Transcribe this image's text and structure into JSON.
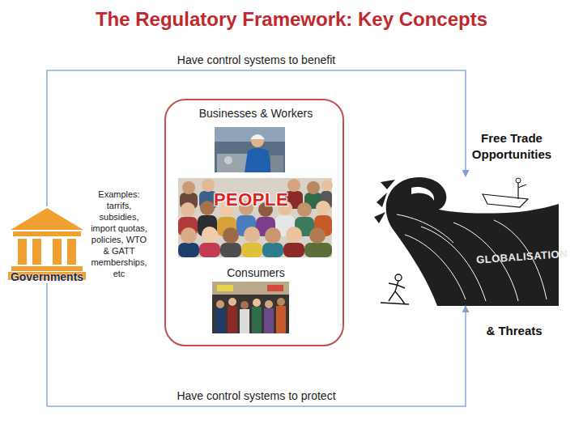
{
  "diagram": {
    "title": "The Regulatory Framework: Key Concepts",
    "nodes": [
      {
        "text": [
          "Governments"
        ]
      },
      {
        "text": [
          "Businesses & Workers",
          "PEOPLE",
          "Consumers"
        ]
      },
      {
        "text": [
          "Free Trade Opportunities",
          "GLOBALISATION",
          "& Threats"
        ]
      }
    ],
    "edges": [
      {
        "from": 0,
        "to": 2,
        "arrow": "to",
        "label": "Have control systems to benefit"
      },
      {
        "from": 0,
        "to": 2,
        "arrow": "to",
        "label": "Have control systems to protect"
      }
    ],
    "labels": [
      "Examples: tarrifs, subsidies, import quotas, policies, WTO & GATT memberships, etc"
    ]
  }
}
